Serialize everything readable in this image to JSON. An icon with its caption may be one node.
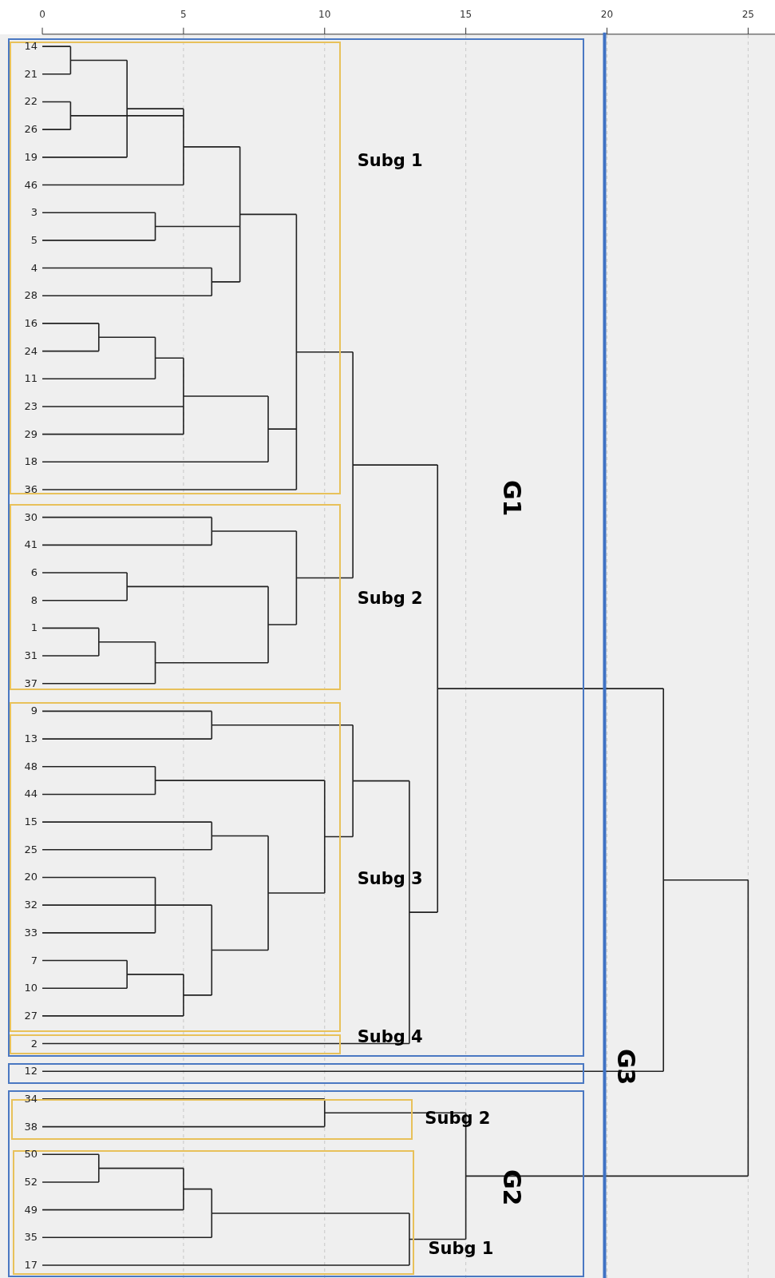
{
  "diagram": {
    "nodes": [
      {
        "text": [
          "G1"
        ]
      },
      {
        "text": [
          "Subg 1"
        ],
        "in": 0
      },
      {
        "text": [
          "Subg 2"
        ],
        "in": 0
      },
      {
        "text": [
          "Subg 3"
        ],
        "in": 0
      },
      {
        "text": [
          "Subg 4"
        ],
        "in": 0
      },
      {
        "text": [
          "G3"
        ]
      },
      {
        "text": [
          "G2"
        ]
      },
      {
        "text": [
          "Subg 2"
        ],
        "in": 6
      },
      {
        "text": [
          "Subg 1"
        ],
        "in": 6
      }
    ],
    "labels": [
      "0",
      "5",
      "10",
      "15",
      "20",
      "25",
      "14",
      "21",
      "22",
      "26",
      "19",
      "46",
      "3",
      "5",
      "4",
      "28",
      "16",
      "24",
      "11",
      "23",
      "29",
      "18",
      "36",
      "30",
      "41",
      "6",
      "8",
      "1",
      "31",
      "37",
      "9",
      "13",
      "48",
      "44",
      "15",
      "25",
      "20",
      "32",
      "33",
      "7",
      "10",
      "27",
      "2",
      "12",
      "34",
      "38",
      "50",
      "52",
      "49",
      "35",
      "17"
    ]
  }
}
